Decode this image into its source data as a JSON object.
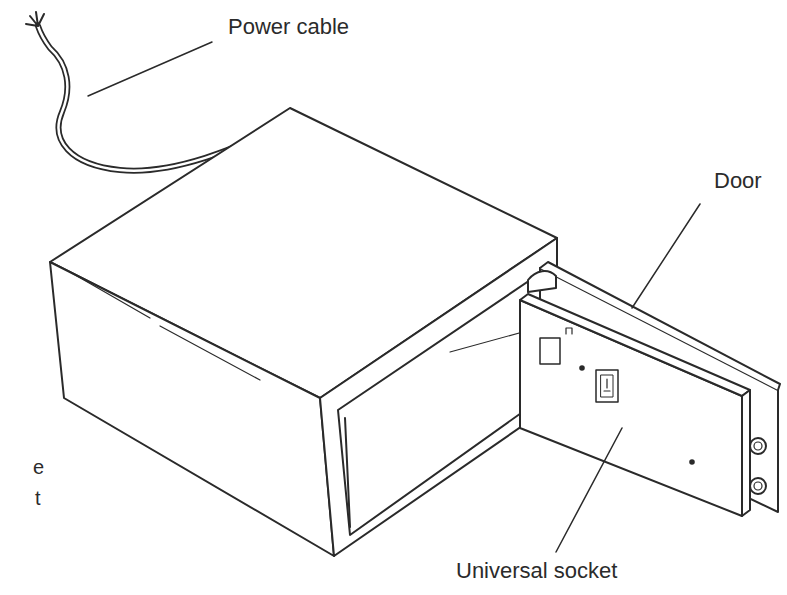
{
  "diagram": {
    "labels": [
      "Power cable",
      "Door",
      "Universal socket",
      "e",
      "t"
    ]
  }
}
